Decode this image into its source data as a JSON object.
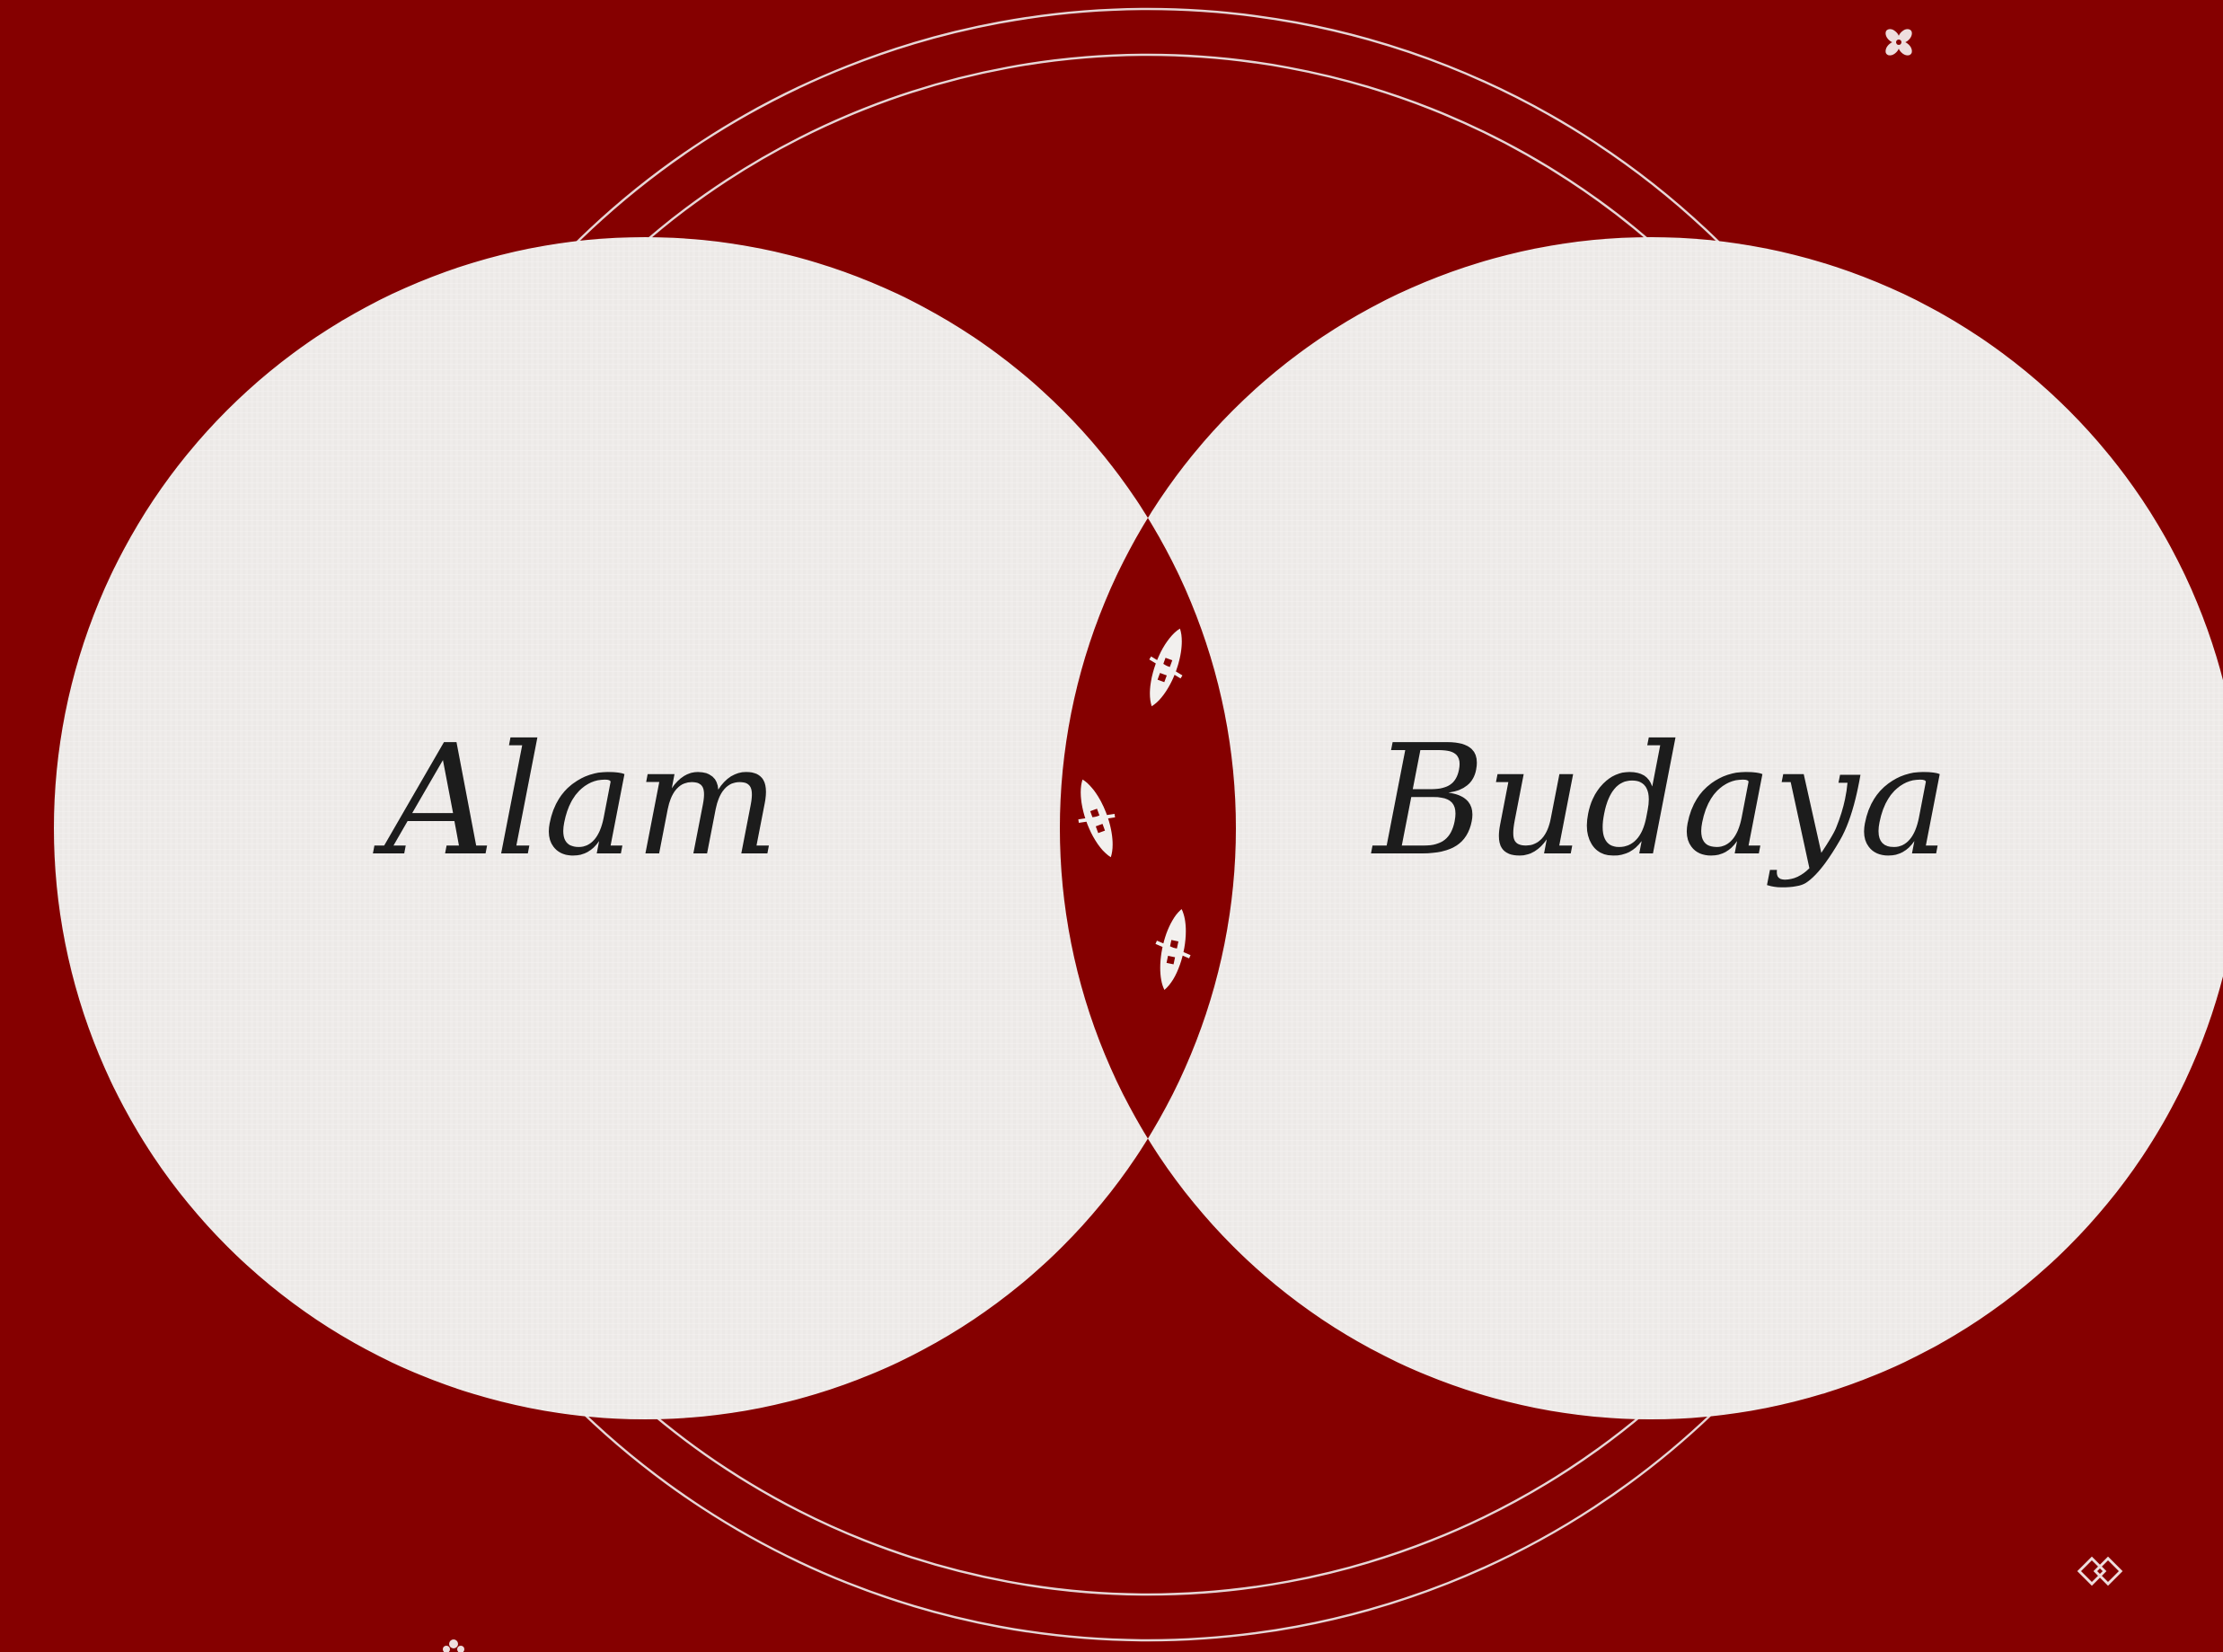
{
  "diagram": {
    "type": "venn",
    "left_circle": {
      "label": "Alam"
    },
    "right_circle": {
      "label": "Budaya"
    },
    "intersection": {
      "icon": "canoe-icon",
      "icon_count": 3
    }
  },
  "decorations": {
    "top_right": "ornament-flower-icon",
    "bottom_right": "ornament-diamond-icon",
    "bottom_left": "ornament-flower-icon"
  },
  "colors": {
    "background": "#850000",
    "circle_fill": "#efecea",
    "ring_stroke": "#e6d6d6",
    "label_text": "#1c1c1c"
  }
}
